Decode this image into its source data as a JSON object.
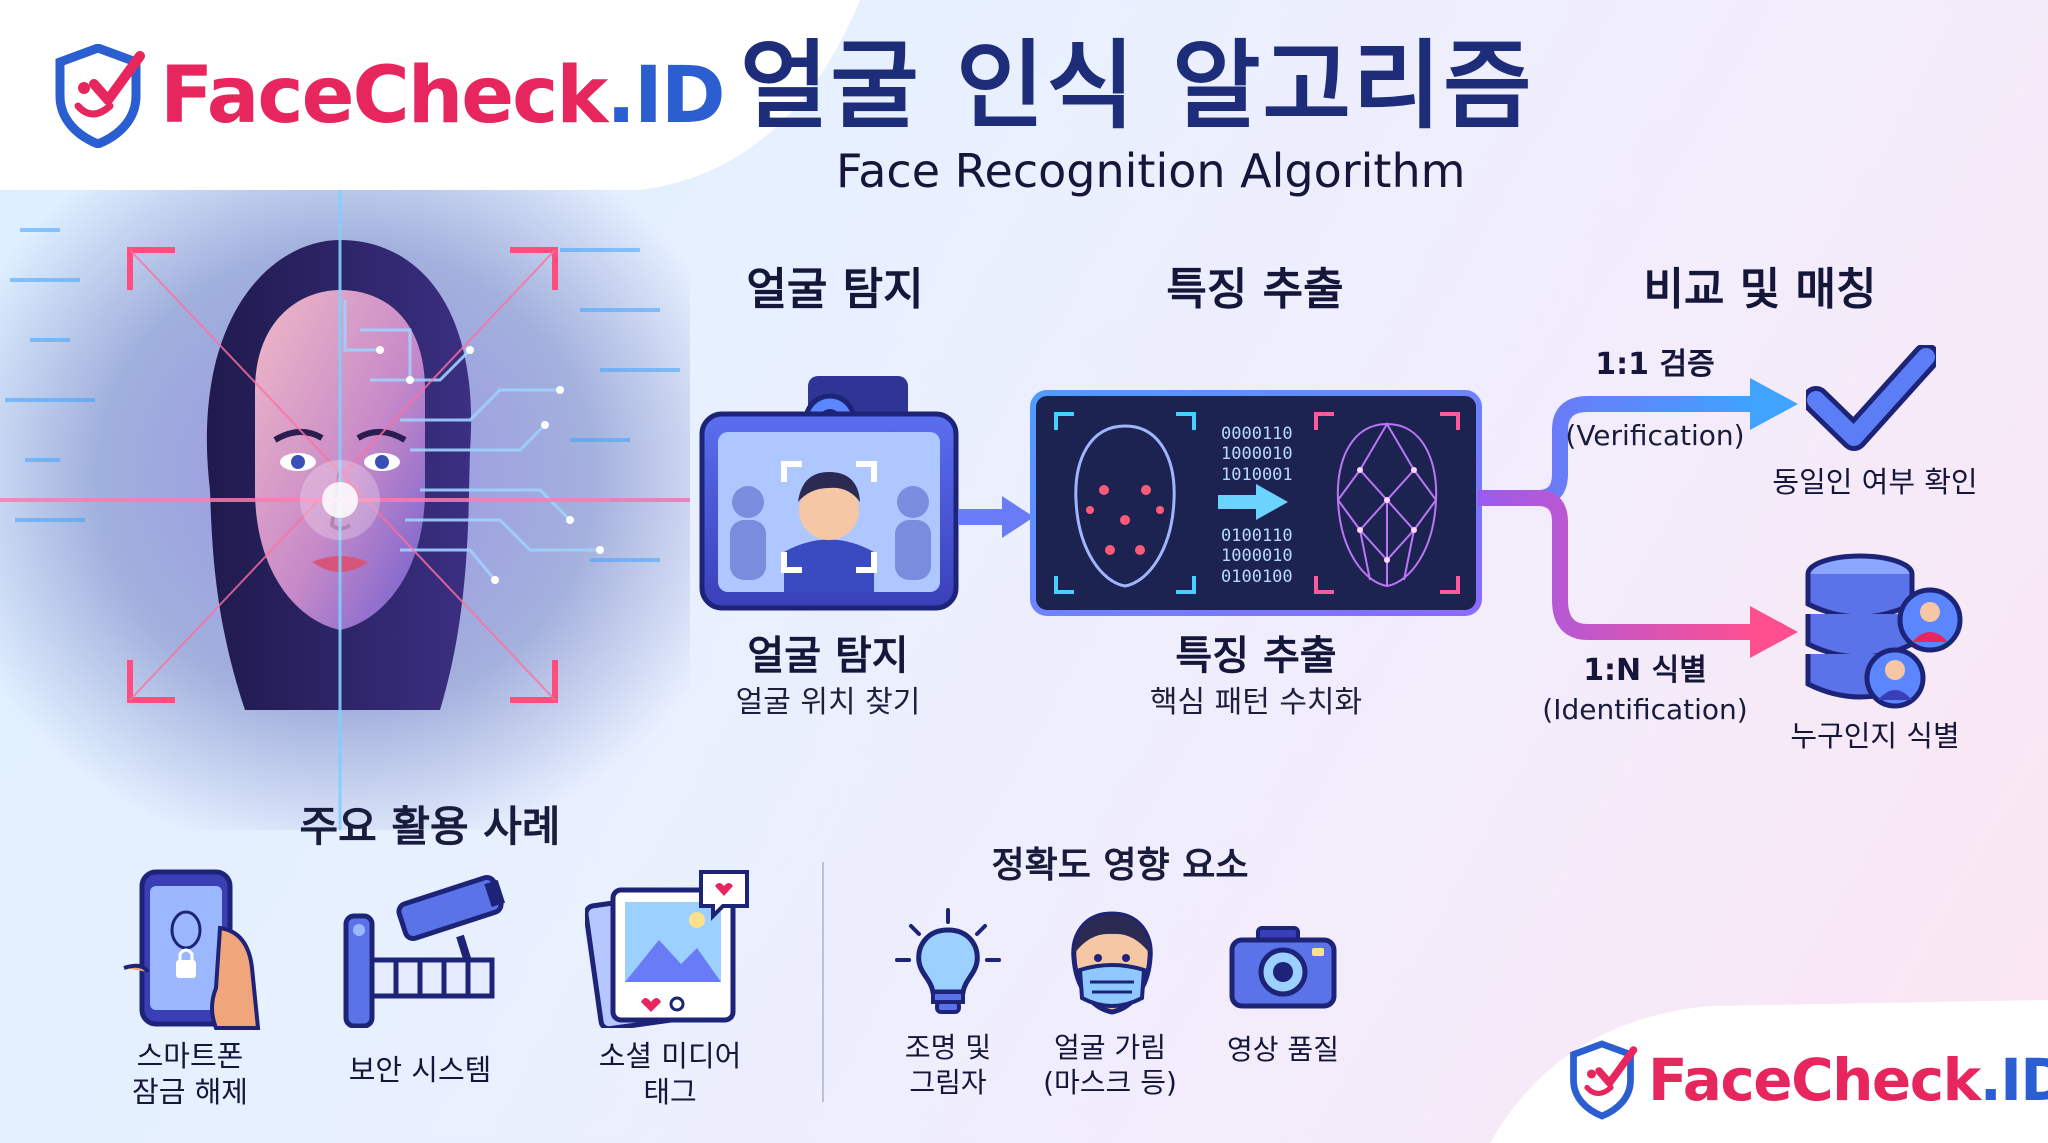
{
  "brand": {
    "logo_face": "FaceCheck",
    "logo_dot_id": ".ID"
  },
  "title": {
    "korean": "얼굴 인식 알고리즘",
    "english": "Face Recognition Algorithm"
  },
  "steps": [
    {
      "header": "얼굴 탐지",
      "label": "얼굴 탐지",
      "sub": "얼굴 위치 찾기"
    },
    {
      "header": "특징 추출",
      "label": "특징 추출",
      "sub": "핵심 패턴 수치화"
    },
    {
      "header": "비교 및 매칭"
    }
  ],
  "binary_left": [
    "0000110",
    "1000010",
    "1010001"
  ],
  "binary_right": [
    "0100110",
    "1000010",
    "0100100"
  ],
  "branches": [
    {
      "label": "1:1 검증",
      "sub": "(Verification)",
      "result": "동일인 여부 확인"
    },
    {
      "label": "1:N 식별",
      "sub": "(Identification)",
      "result": "누구인지 식별"
    }
  ],
  "use_cases": {
    "title": "주요 활용 사례",
    "items": [
      {
        "line1": "스마트폰",
        "line2": "잠금 해제",
        "icon": "smartphone-unlock-icon"
      },
      {
        "line1": "보안 시스템",
        "line2": "",
        "icon": "security-camera-gate-icon"
      },
      {
        "line1": "소셜 미디어",
        "line2": "태그",
        "icon": "social-photo-icon"
      }
    ]
  },
  "accuracy": {
    "title": "정확도 영향 요소",
    "items": [
      {
        "line1": "조명 및",
        "line2": "그림자",
        "icon": "lightbulb-icon"
      },
      {
        "line1": "얼굴 가림",
        "line2": "(마스크 등)",
        "icon": "masked-face-icon"
      },
      {
        "line1": "영상 품질",
        "line2": "",
        "icon": "camera-icon"
      }
    ]
  },
  "colors": {
    "brand_pink": "#e8265e",
    "brand_blue": "#2b5fd1",
    "title_navy": "#1d2d7a",
    "accent_cyan": "#3fa3ff"
  }
}
